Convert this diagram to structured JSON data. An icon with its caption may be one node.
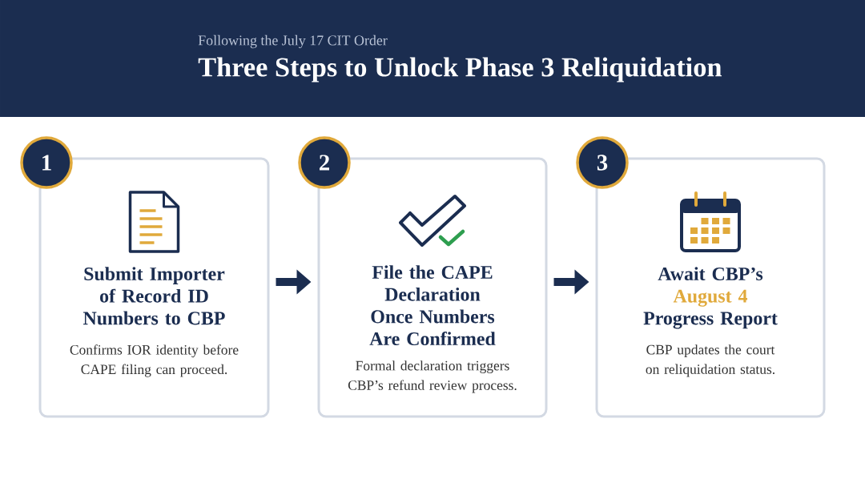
{
  "diagram": {
    "title": "Three Steps to Unlock Phase 3 Reliquidation",
    "nodes": [
      {
        "text": [
          "1"
        ]
      },
      {
        "text": [
          "Submit Importer of Record ID Numbers to CBP",
          "Confirms IOR identity before CAPE filing can proceed."
        ]
      },
      {
        "text": [
          "2"
        ]
      },
      {
        "text": [
          "File the CAPE Declaration Once Numbers Are Confirmed",
          "Formal declaration triggers CBP’s refund review process."
        ]
      },
      {
        "text": [
          "3"
        ]
      },
      {
        "text": [
          "Await CBP’s",
          "August 4",
          "Progress Report",
          "CBP updates the court on reliquidation status."
        ]
      }
    ],
    "edges": [
      {
        "from": 1,
        "to": 3,
        "arrow": "to"
      },
      {
        "from": 3,
        "to": 5,
        "arrow": "to"
      }
    ],
    "labels": [
      "Following the July 17 CIT Order"
    ]
  }
}
